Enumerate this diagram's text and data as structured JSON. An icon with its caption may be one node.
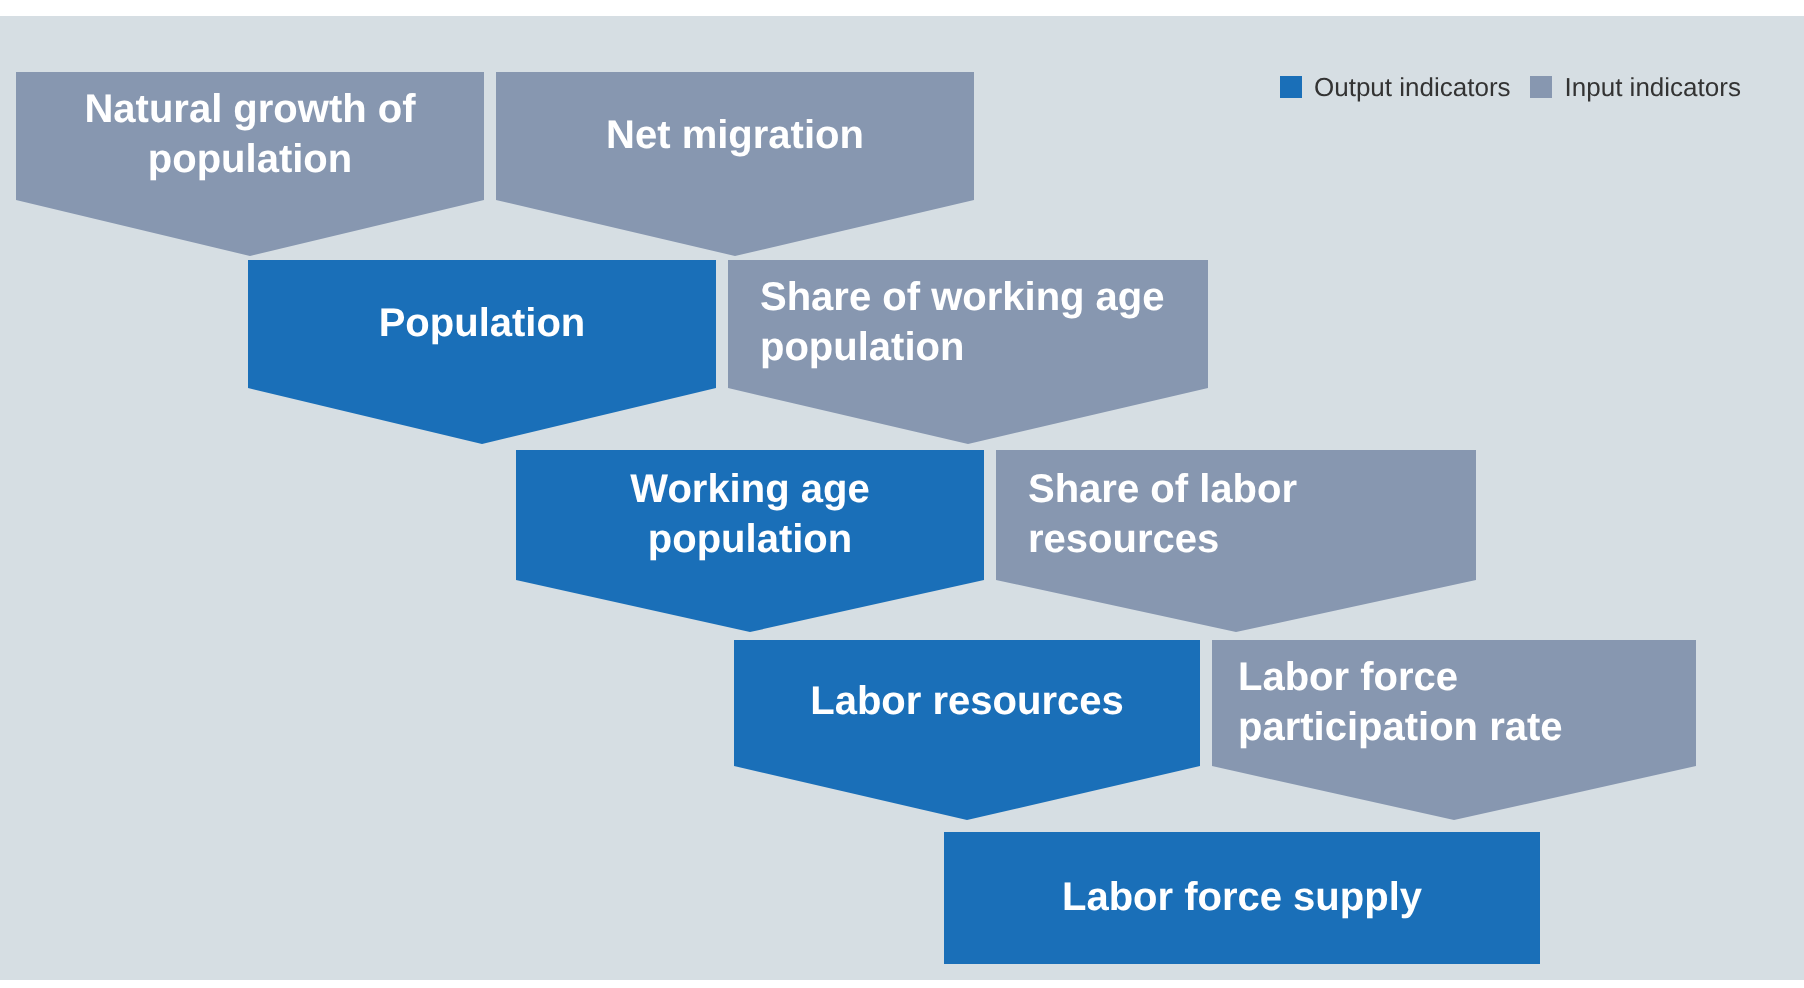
{
  "diagram": {
    "nodes": [
      {
        "text": [
          "Natural growth of population"
        ]
      },
      {
        "text": [
          "Net migration"
        ]
      },
      {
        "text": [
          "Population"
        ]
      },
      {
        "text": [
          "Share of working age population"
        ]
      },
      {
        "text": [
          "Working age population"
        ]
      },
      {
        "text": [
          "Share of labor resources"
        ]
      },
      {
        "text": [
          "Labor resources"
        ]
      },
      {
        "text": [
          "Labor force participation rate"
        ]
      },
      {
        "text": [
          "Labor force supply"
        ]
      }
    ],
    "legend": [
      {
        "text": "Output indicators",
        "color": "#1a6fb8"
      },
      {
        "text": "Input indicators",
        "color": "#8797b0"
      }
    ]
  }
}
